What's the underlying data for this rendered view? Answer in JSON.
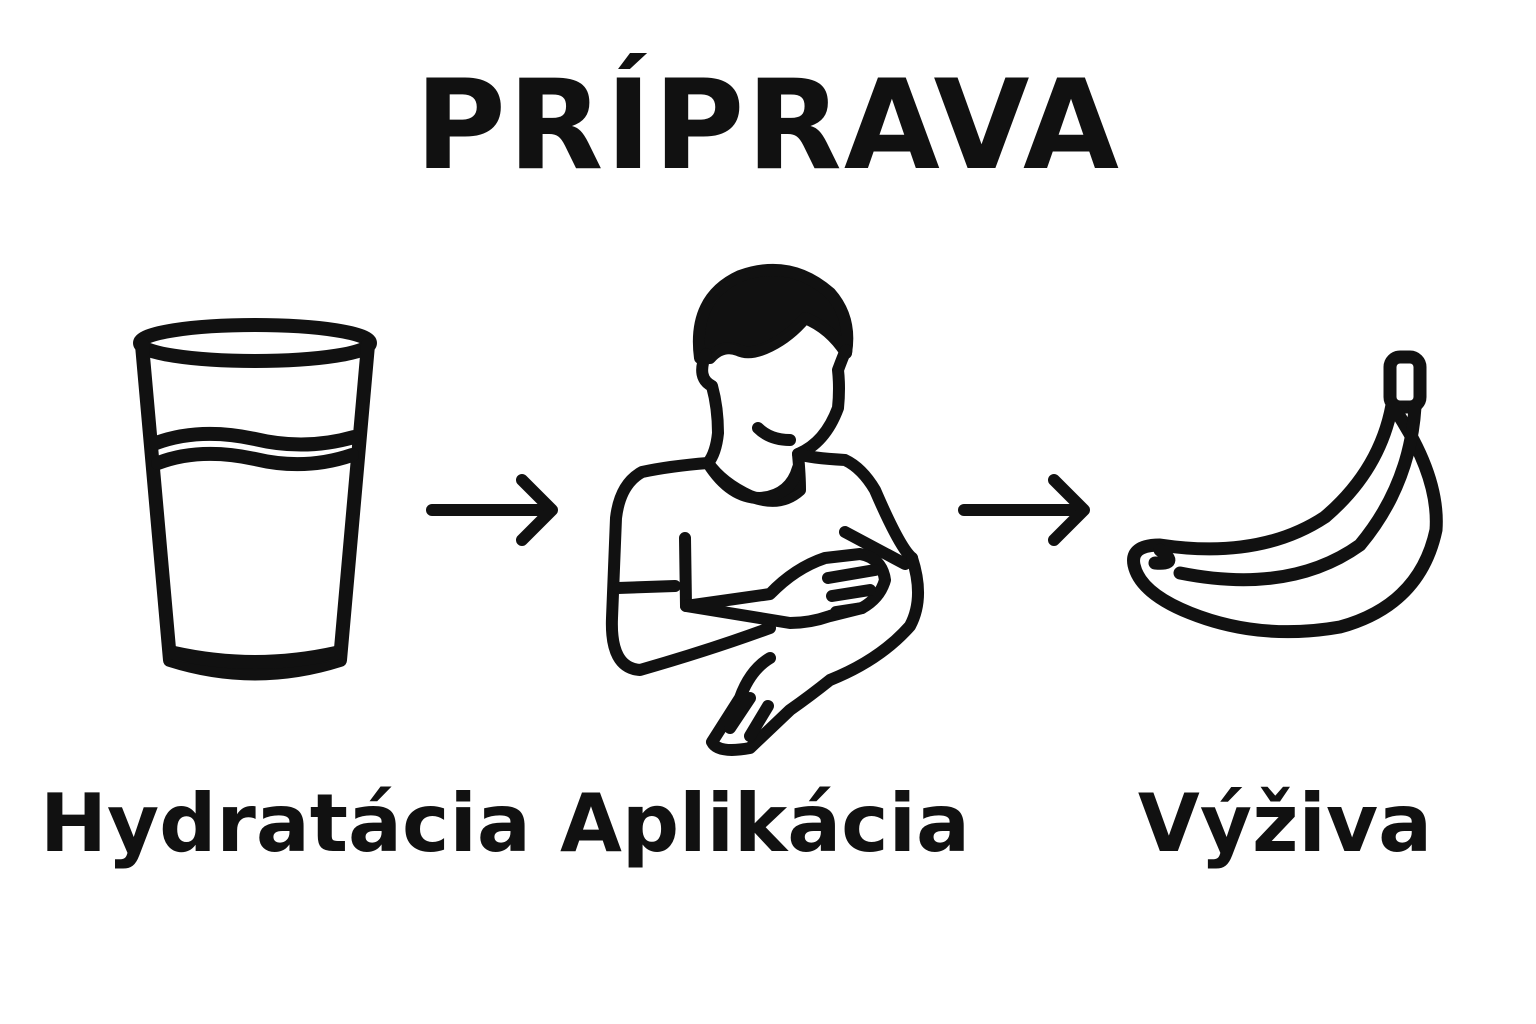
{
  "title": "PRÍPRAVA",
  "steps": [
    {
      "label": "Hydratácia",
      "icon": "water-glass-icon"
    },
    {
      "label": "Aplikácia",
      "icon": "person-applying-cream-icon"
    },
    {
      "label": "Výživa",
      "icon": "banana-icon"
    }
  ],
  "connectors": [
    "arrow-right-icon",
    "arrow-right-icon"
  ],
  "colors": {
    "ink": "#111111",
    "background": "#ffffff"
  }
}
